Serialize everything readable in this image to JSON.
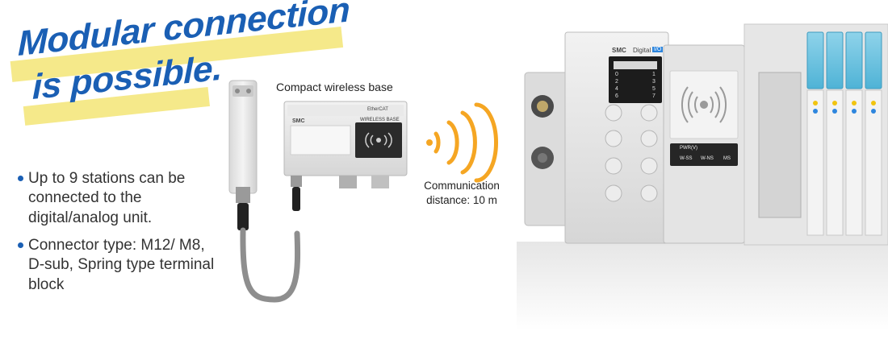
{
  "headline": {
    "line1": "Modular connection",
    "line2": "is possible."
  },
  "bullets": [
    "Up to 9 stations can be connected to the digital/analog unit.",
    "Connector type: M12/ M8, D-sub, Spring type terminal block"
  ],
  "captions": {
    "wireless_base": "Compact wireless base",
    "comm_line1": "Communication",
    "comm_line2": "distance: 10 m"
  },
  "device_labels": {
    "base_brand": "SMC",
    "base_title": "WIRELESS BASE",
    "base_ethercat": "EtherCAT",
    "remote_brand": "SMC",
    "remote_unit": "Digital",
    "remote_io": "I/O",
    "status_pwr": "PWR(V)",
    "status_wss": "W-SS",
    "status_wns": "W-NS",
    "status_ms": "MS",
    "led_left": [
      "0",
      "2",
      "4",
      "6"
    ],
    "led_right": [
      "1",
      "3",
      "5",
      "7"
    ]
  },
  "colors": {
    "accent_blue": "#1a5fb4",
    "highlight_yellow": "#f5e98a",
    "signal_orange": "#f5a623"
  }
}
